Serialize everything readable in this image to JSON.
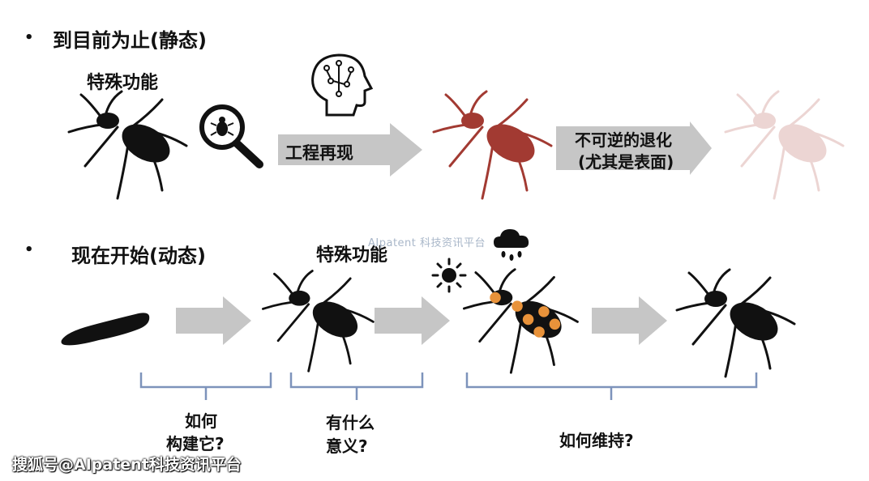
{
  "static_section": {
    "heading": "到目前为止(静态)",
    "label_special_function": "特殊功能",
    "arrow_reverse_engineering": "工程再现",
    "arrow_degradation_line1": "不可逆的退化",
    "arrow_degradation_line2": "(尤其是表面)"
  },
  "dynamic_section": {
    "heading": "现在开始(动态)",
    "label_special_function": "特殊功能",
    "question_build_line1": "如何",
    "question_build_line2": "构建它?",
    "question_meaning_line1": "有什么",
    "question_meaning_line2": "意义?",
    "question_maintain": "如何维持?"
  },
  "watermarks": {
    "center": "AIpatent 科技资讯平台",
    "footer": "搜狐号@AIpatent科技资讯平台"
  },
  "colors": {
    "arrow_gray": "#c6c6c6",
    "bracket_blue": "#7d93bb",
    "beetle_black": "#111111",
    "beetle_red": "#a23a32",
    "beetle_faded": "#ecd5d3",
    "spot_orange": "#e8923a"
  },
  "icons": [
    "bullet-icon",
    "magnifier-beetle-icon",
    "ai-head-icon",
    "sun-icon",
    "rain-cloud-icon"
  ]
}
